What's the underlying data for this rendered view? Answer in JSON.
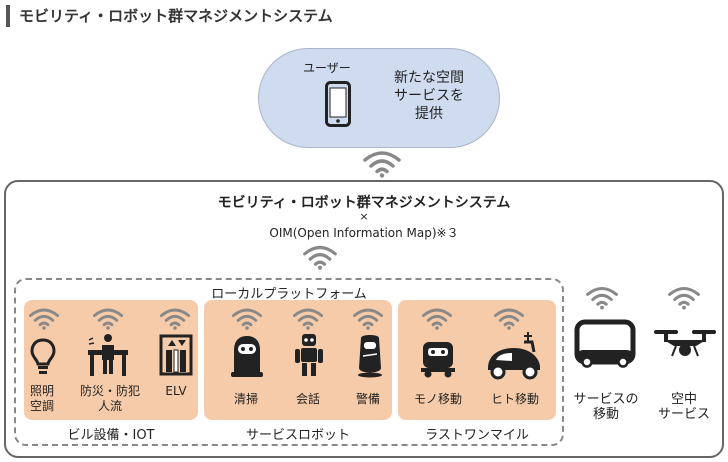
{
  "page_title": "モビリティ・ロボット群マネジメントシステム",
  "user": {
    "label": "ユーザー",
    "service_lines": [
      "新たな空間",
      "サービスを",
      "提供"
    ],
    "icon": "smartphone-icon"
  },
  "system": {
    "title": "モビリティ・ロボット群マネジメントシステム",
    "cross": "×",
    "subtitle": "OIM(Open Information Map)※３"
  },
  "local_platform": {
    "title": "ローカルプラットフォーム",
    "groups": [
      {
        "label": "ビル設備・IOT",
        "items": [
          {
            "lines": [
              "照明",
              "空調"
            ],
            "icon": "lightbulb-icon"
          },
          {
            "lines": [
              "防災・防犯",
              "人流"
            ],
            "icon": "security-gate-icon"
          },
          {
            "lines": [
              "ELV"
            ],
            "icon": "elevator-icon"
          }
        ]
      },
      {
        "label": "サービスロボット",
        "items": [
          {
            "lines": [
              "清掃"
            ],
            "icon": "cleaning-robot-icon"
          },
          {
            "lines": [
              "会話"
            ],
            "icon": "humanoid-robot-icon"
          },
          {
            "lines": [
              "警備"
            ],
            "icon": "security-robot-icon"
          }
        ]
      },
      {
        "label": "ラストワンマイル",
        "items": [
          {
            "lines": [
              "モノ移動"
            ],
            "icon": "delivery-robot-icon"
          },
          {
            "lines": [
              "ヒト移動"
            ],
            "icon": "personal-mobility-icon"
          }
        ]
      }
    ]
  },
  "external": [
    {
      "lines": [
        "サービスの",
        "移動"
      ],
      "icon": "mobility-vehicle-icon"
    },
    {
      "lines": [
        "空中",
        "サービス"
      ],
      "icon": "drone-icon"
    }
  ],
  "colors": {
    "user_bubble": "#cfdbef",
    "group_fill": "#f6cba9",
    "wifi": "#888888",
    "icon": "#222222"
  }
}
